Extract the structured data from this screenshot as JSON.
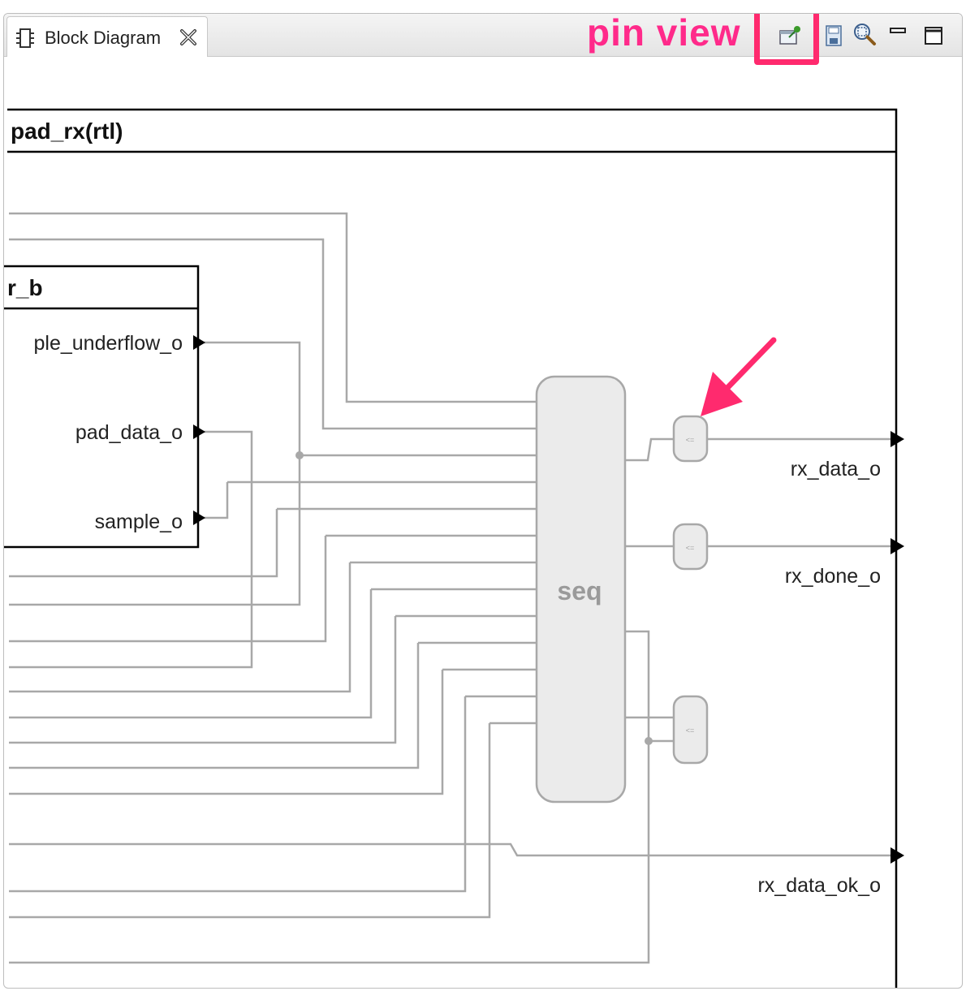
{
  "tab": {
    "title": "Block Diagram"
  },
  "annotation": {
    "label": "pin view"
  },
  "toolbar": {
    "icons": [
      "pin-view-icon",
      "save-image-icon",
      "zoom-fit-icon",
      "minimize-icon",
      "maximize-icon"
    ]
  },
  "diagram": {
    "entity_title": "pad_rx(rtl)",
    "instance_title": "r_b",
    "instance_ports": [
      "ple_underflow_o",
      "pad_data_o",
      "sample_o"
    ],
    "process_label": "seq",
    "assign_label": "<=",
    "output_ports": [
      "rx_data_o",
      "rx_done_o",
      "rx_data_ok_o"
    ]
  },
  "colors": {
    "annotation": "#ff2a8a",
    "wire": "#a8a8a8",
    "block_fill": "#ebebeb"
  }
}
